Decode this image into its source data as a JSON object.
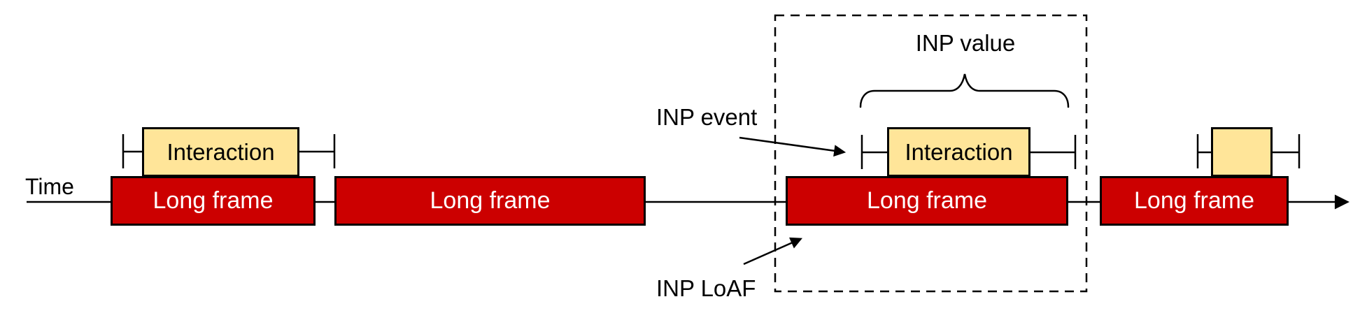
{
  "timeline": {
    "label": "Time"
  },
  "frames": [
    {
      "label": "Long frame"
    },
    {
      "label": "Long frame"
    },
    {
      "label": "Long frame"
    },
    {
      "label": "Long frame"
    }
  ],
  "interactions": [
    {
      "label": "Interaction"
    },
    {
      "label": "Interaction"
    },
    {
      "label": ""
    }
  ],
  "annotations": {
    "inp_value": "INP value",
    "inp_event": "INP event",
    "inp_loaf": "INP LoAF"
  },
  "colors": {
    "long_frame": "#cc0000",
    "interaction": "#ffe599",
    "outline": "#000000",
    "text_on_frame": "#ffffff",
    "text": "#000000",
    "background": "#ffffff"
  }
}
